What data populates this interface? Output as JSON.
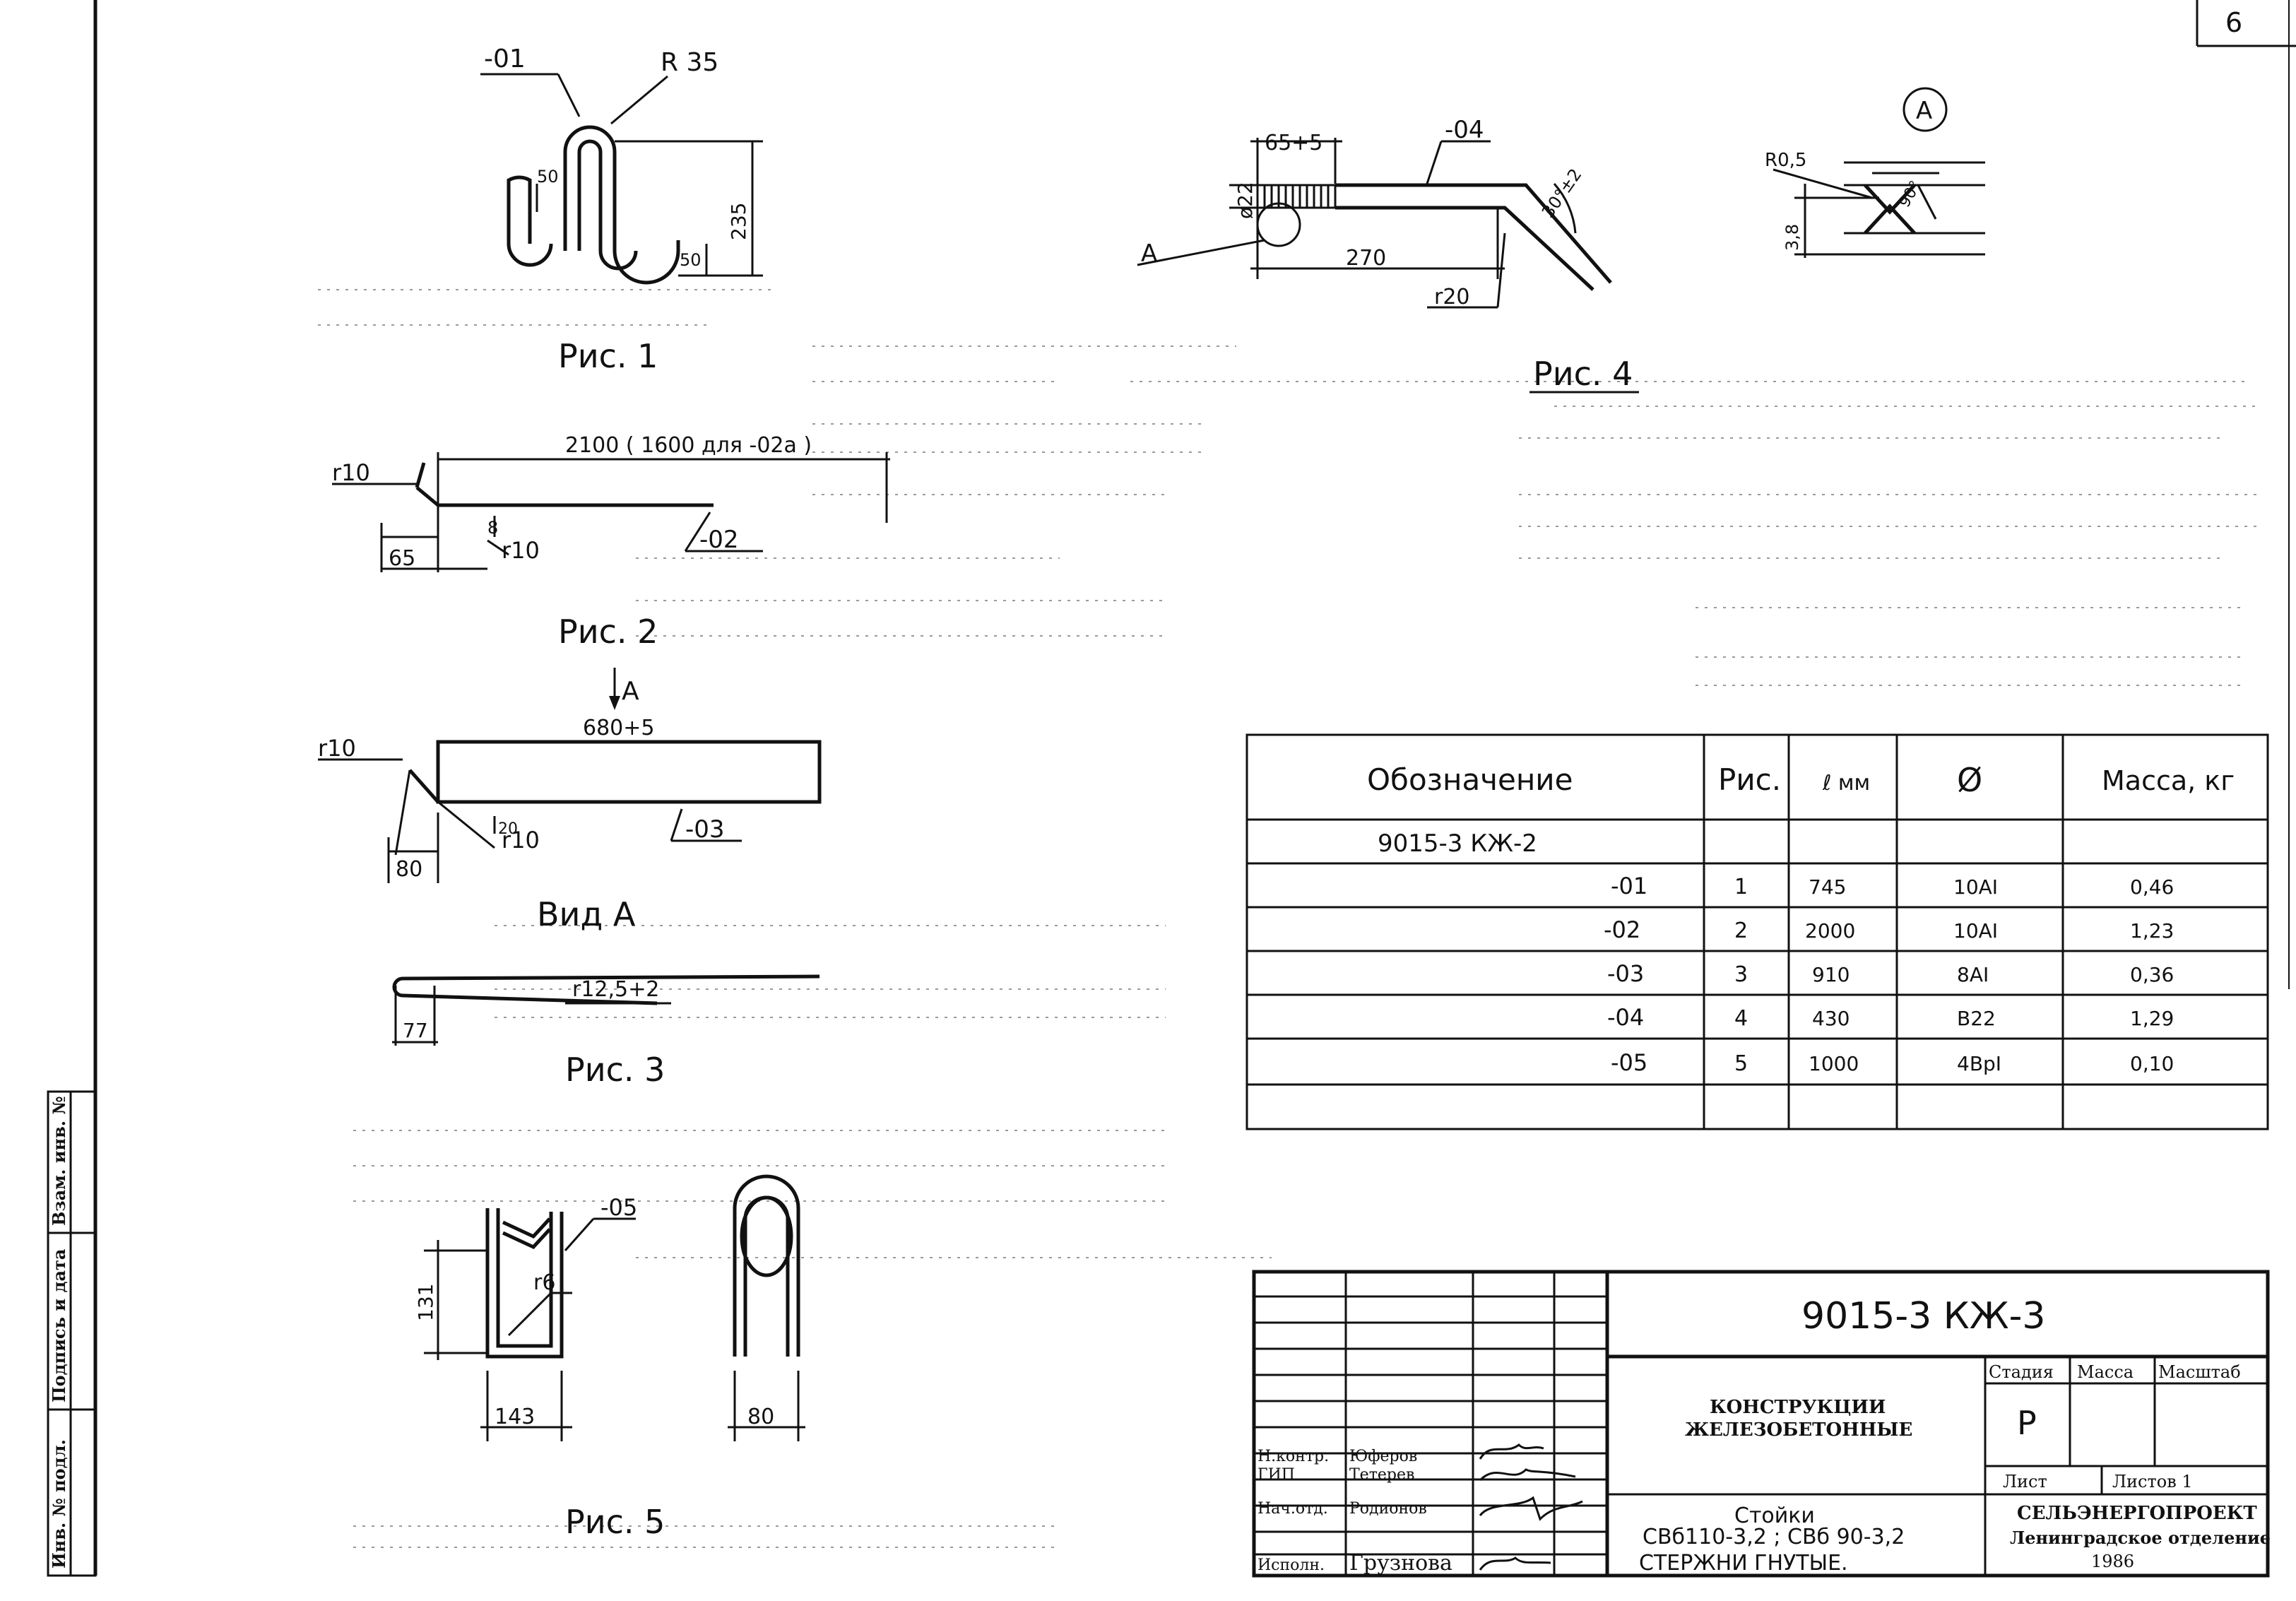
{
  "figures": {
    "fig1": {
      "caption": "Рис. 1",
      "mark": "-01",
      "radius": "R 35",
      "dim_height": "235",
      "dim_hook_a": "50",
      "dim_hook_b": "50"
    },
    "fig2": {
      "caption": "Рис. 2",
      "length": "2100  ( 1600 для  -02а )",
      "mark": "-02",
      "r_top": "r10",
      "r_bend": "r10",
      "dim_small": "8",
      "dim_off": "65"
    },
    "figA": {
      "caption": "Вид  А",
      "arrow_label": "А",
      "length": "680+5",
      "mark": "-03",
      "r_top": "r10",
      "r_bend": "r10",
      "dim_small": "20",
      "dim_off": "80"
    },
    "fig3": {
      "caption": "Рис. 3",
      "radius": "r12,5+2",
      "dim": "77"
    },
    "fig4": {
      "caption": "Рис. 4",
      "mark": "-04",
      "dia": "ø22",
      "dim_len": "65+5",
      "dim_270": "270",
      "angle": "30°±2",
      "radius": "r20",
      "pointer": "А",
      "detail_label": "А",
      "detail_r": "R0,5",
      "detail_dim": "3,8",
      "detail_angle": "90°"
    },
    "fig5": {
      "caption": "Рис. 5",
      "mark": "-05",
      "dim_h": "131",
      "dim_w": "143",
      "dim_w2": "80",
      "radius": "r6"
    }
  },
  "spec_table": {
    "headers": [
      "Обозначение",
      "Рис.",
      "ℓ мм",
      "Ø",
      "Масса, кг"
    ],
    "rows": [
      {
        "des": "9015-3  КЖ-2",
        "fig": "",
        "len": "",
        "dia": "",
        "mass": ""
      },
      {
        "des": "-01",
        "fig": "1",
        "len": "745",
        "dia": "10АI",
        "mass": "0,46"
      },
      {
        "des": "-02",
        "fig": "2",
        "len": "2000",
        "dia": "10АI",
        "mass": "1,23"
      },
      {
        "des": "-03",
        "fig": "3",
        "len": "910",
        "dia": "8АI",
        "mass": "0,36"
      },
      {
        "des": "-04",
        "fig": "4",
        "len": "430",
        "dia": "B22",
        "mass": "1,29"
      },
      {
        "des": "-05",
        "fig": "5",
        "len": "1000",
        "dia": "4ВрI",
        "mass": "0,10"
      },
      {
        "des": "",
        "fig": "",
        "len": "",
        "dia": "",
        "mass": ""
      }
    ]
  },
  "title_block": {
    "doc_code": "9015-3  КЖ-3",
    "section": "КОНСТРУКЦИИ\nЖЕЛЕЗОБЕТОННЫЕ",
    "title_line1": "Стойки",
    "title_line2": "СВб110-3,2 ; СВб 90-3,2",
    "title_line3": "СТЕРЖНИ   ГНУТЫЕ.",
    "stage_h": "Стадия",
    "mass_h": "Масса",
    "scale_h": "Масштаб",
    "stage": "Р",
    "sheet_h": "Лист",
    "sheets_h": "Листов 1",
    "org1": "СЕЛЬЭНЕРГОПРОЕКТ",
    "org2": "Ленинградское отделение",
    "year": "1986",
    "people": [
      {
        "role": "Н.контр.",
        "name": "Юферов"
      },
      {
        "role": "ГИП",
        "name": "Тетерев"
      },
      {
        "role": "Нач.отд.",
        "name": "Родионов"
      },
      {
        "role": "Исполн.",
        "name": "Грузнова"
      }
    ]
  },
  "side_stamp": {
    "col1": "Инв. № подл.",
    "col2": "Подпись и дата",
    "col3": "Взам. инв. №"
  },
  "corner_mark": "6"
}
